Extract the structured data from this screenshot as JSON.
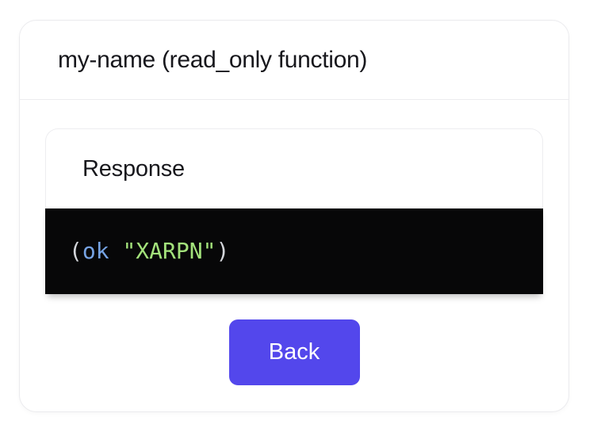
{
  "card": {
    "title": "my-name (read_only function)"
  },
  "response_panel": {
    "title": "Response",
    "code_line": "(ok \"XARPN\")",
    "code_tokens": [
      {
        "text": "(",
        "role": "paren"
      },
      {
        "text": "ok",
        "role": "keyword"
      },
      {
        "text": " ",
        "role": "space"
      },
      {
        "text": "\"XARPN\"",
        "role": "string"
      },
      {
        "text": ")",
        "role": "paren"
      }
    ]
  },
  "actions": {
    "back_label": "Back"
  },
  "colors": {
    "accent_button": "#5347ec",
    "button_text": "#ffffff",
    "code_background": "#070708",
    "code_paren": "#d3d5da",
    "code_keyword": "#76a3e3",
    "code_string": "#a3e27b",
    "card_border": "#ebebee",
    "title_text": "#17171c"
  }
}
